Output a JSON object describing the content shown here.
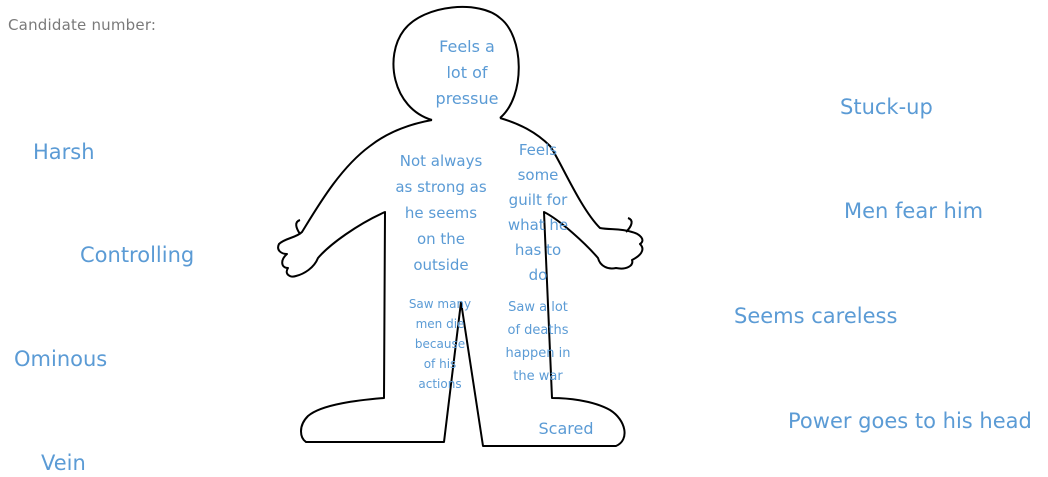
{
  "header": {
    "label": "Candidate number:"
  },
  "figure": {
    "outline_color": "#000000",
    "text_color": "#5b9bd5",
    "head_notes": [
      "Feels a",
      "lot of",
      "pressue"
    ],
    "left_chest_notes": [
      "Not always",
      "as strong as",
      "he seems",
      "on the",
      "outside"
    ],
    "right_chest_notes": [
      "Feels",
      "some",
      "guilt for",
      "what he",
      "has to",
      "do"
    ],
    "left_leg_notes": [
      "Saw many",
      "men die",
      "because",
      "of his",
      "actions"
    ],
    "right_leg_notes": [
      "Saw a lot",
      "of deaths",
      "happen in",
      "the war"
    ],
    "foot_note": "Scared"
  },
  "left_words": [
    "Harsh",
    "Controlling",
    "Ominous",
    "Vein"
  ],
  "right_words": [
    "Stuck-up",
    "Men fear him",
    "Seems careless",
    "Power goes to his head"
  ]
}
